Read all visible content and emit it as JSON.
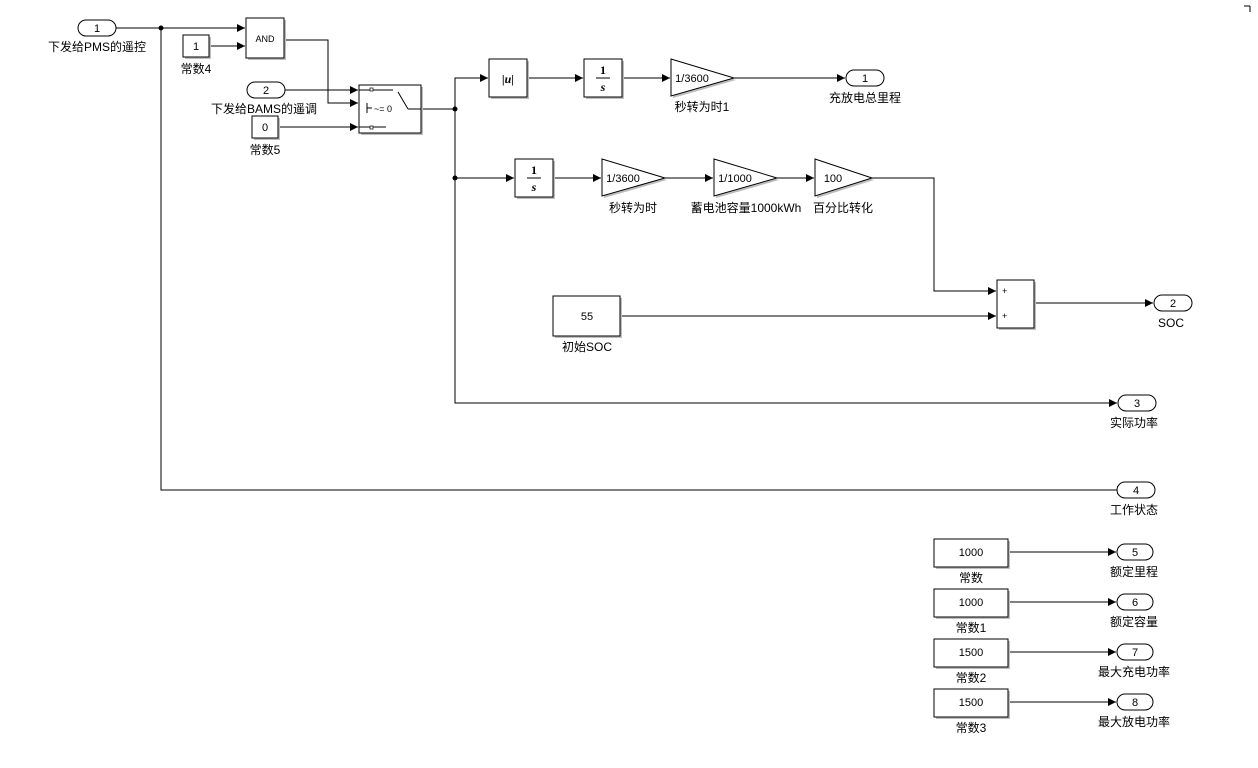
{
  "diagram": {
    "inports": [
      {
        "number": "1",
        "label": "下发给PMS的遥控"
      },
      {
        "number": "2",
        "label": "下发给BAMS的遥调"
      }
    ],
    "constants": [
      {
        "value": "1",
        "label": "常数4"
      },
      {
        "value": "0",
        "label": "常数5"
      },
      {
        "value": "55",
        "label": "初始SOC"
      },
      {
        "value": "1000",
        "label": "常数"
      },
      {
        "value": "1000",
        "label": "常数1"
      },
      {
        "value": "1500",
        "label": "常数2"
      },
      {
        "value": "1500",
        "label": "常数3"
      }
    ],
    "logic": {
      "and_label": "AND"
    },
    "switch": {
      "criterion": "~= 0"
    },
    "abs_block": {
      "text": "|u|"
    },
    "integrators": [
      {
        "num": "1",
        "den": "s"
      },
      {
        "num": "1",
        "den": "s"
      }
    ],
    "gains": [
      {
        "value": "1/3600",
        "label": "秒转为时1"
      },
      {
        "value": "1/3600",
        "label": "秒转为时"
      },
      {
        "value": "1/1000",
        "label": "蓄电池容量1000kWh"
      },
      {
        "value": "100",
        "label": "百分比转化"
      }
    ],
    "sum": {
      "signs": [
        "+",
        "+"
      ]
    },
    "outports": [
      {
        "number": "1",
        "label": "充放电总里程"
      },
      {
        "number": "2",
        "label": "SOC"
      },
      {
        "number": "3",
        "label": "实际功率"
      },
      {
        "number": "4",
        "label": "工作状态"
      },
      {
        "number": "5",
        "label": "额定里程"
      },
      {
        "number": "6",
        "label": "额定容量"
      },
      {
        "number": "7",
        "label": "最大充电功率"
      },
      {
        "number": "8",
        "label": "最大放电功率"
      }
    ]
  }
}
